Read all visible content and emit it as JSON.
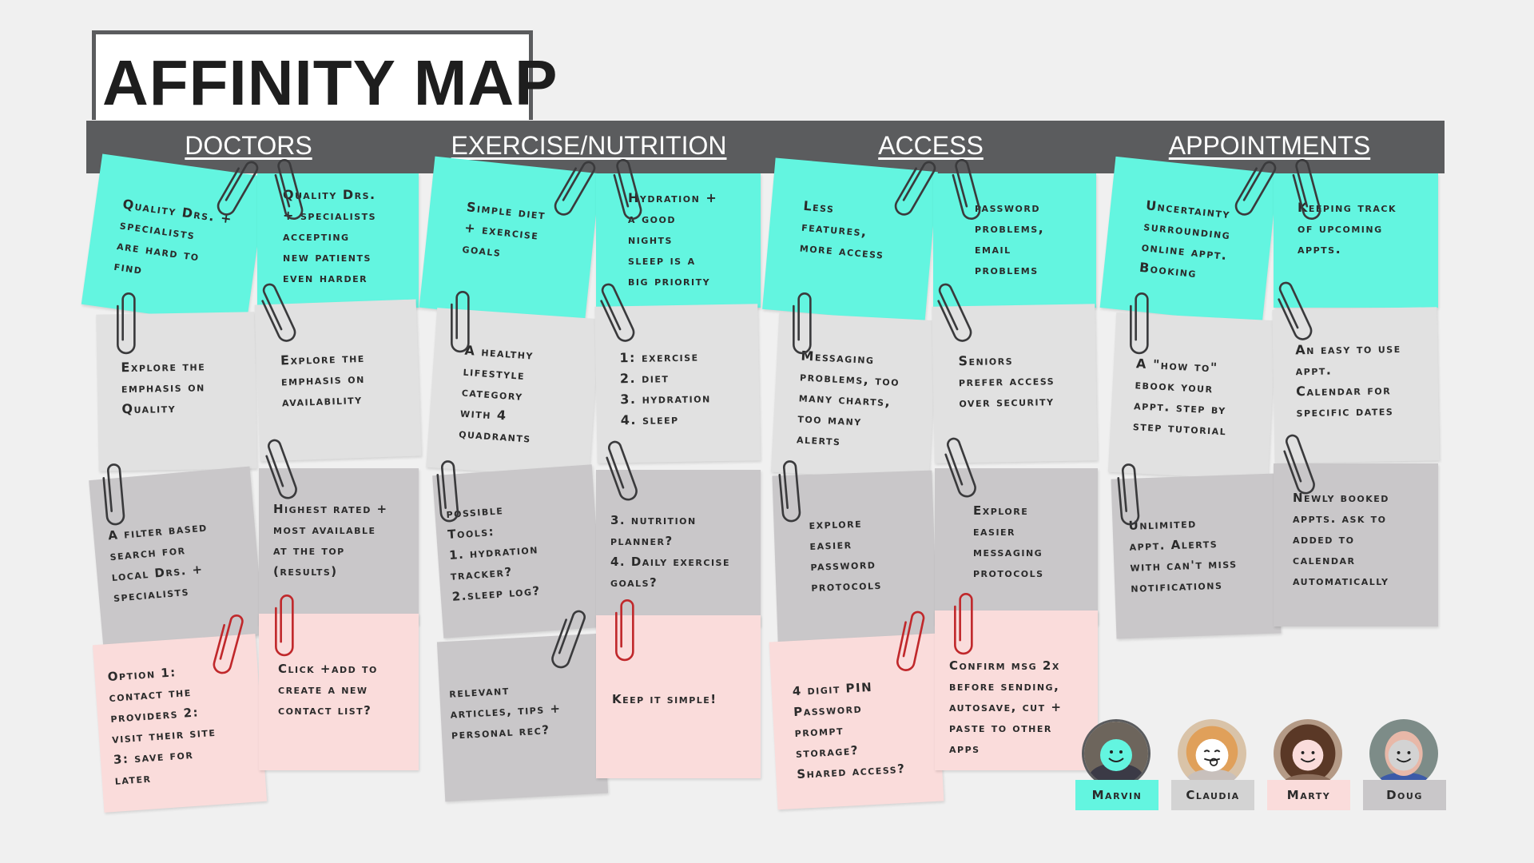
{
  "title": "AFFINITY MAP",
  "categories": [
    "DOCTORS",
    "EXERCISE/NUTRITION",
    "ACCESS",
    "APPOINTMENTS"
  ],
  "colors": {
    "teal": "#63f5e0",
    "light_gray": "#e1e1e1",
    "mid_gray": "#c9c7c9",
    "pink": "#fadcdb",
    "header": "#5b5c5e",
    "red_clip": "#c0282b",
    "dark_clip": "#3a3a3c"
  },
  "notes": {
    "doctors": [
      "Quality Drs. +\nspecialists\nare hard to\nfind",
      "Quality Drs.\n+ specialists\naccepting\nnew patients\neven harder",
      "Explore the\nemphasis on\nQuality",
      "Explore the\nemphasis on\navailability",
      "A filter based\nsearch for\nlocal Drs. +\nspecialists",
      "Highest rated +\nmost available\nat the top\n(results)",
      "Option 1:\ncontact the\nproviders 2:\nvisit their site\n3: save for\nlater",
      "Click +add to\ncreate a new\ncontact list?"
    ],
    "exercise": [
      "Simple diet\n+ exercise\ngoals",
      "Hydration +\na good\nnights\nsleep is a\nbig priority",
      "A healthy\nlifestyle\ncategory\nwith 4\nquadrants",
      "1: exercise\n2. diet\n3. hydration\n4. sleep",
      "possible\nTools:\n  1. hydration\n     tracker?\n  2.sleep log?",
      "3. nutrition\nplanner?\n4. Daily exercise\ngoals?",
      "relevant\narticles, tips +\npersonal rec?",
      "Keep it simple!"
    ],
    "access": [
      "Less\nfeatures,\nmore access",
      "password\nproblems,\nemail\nproblems",
      "Messaging\nproblems, too\nmany charts,\ntoo many\nalerts",
      "Seniors\nprefer access\nover security",
      "explore\neasier\npassword\nprotocols",
      "Explore\neasier\nmessaging\nprotocols",
      "4 digit PIN\nPassword\nprompt\nstorage?\nShared access?",
      "Confirm msg 2x\nbefore sending,\nautosave, cut +\npaste to other\napps"
    ],
    "appointments": [
      "Uncertainty\nsurrounding\nonline appt.\nBooking",
      "Keeping track\nof upcoming\nappts.",
      "A \"how to\"\nebook your\nappt. step by\nstep tutorial",
      "An easy to use\nappt.\nCalendar for\nspecific dates",
      "Unlimited\nappt. Alerts\nwith can't miss\nnotifications",
      "Newly booked\nappts. ask to\nadded to\ncalendar\nautomatically"
    ]
  },
  "team": [
    {
      "name": "Marvin",
      "icon": "smiley-face-icon",
      "tag_color": "#63f5e0"
    },
    {
      "name": "Claudia",
      "icon": "tongue-face-icon",
      "tag_color": "#d3d3d3"
    },
    {
      "name": "Marty",
      "icon": "smiley-face-icon",
      "tag_color": "#fadcdb"
    },
    {
      "name": "Doug",
      "icon": "smiley-face-icon",
      "tag_color": "#c9c7c9"
    }
  ]
}
